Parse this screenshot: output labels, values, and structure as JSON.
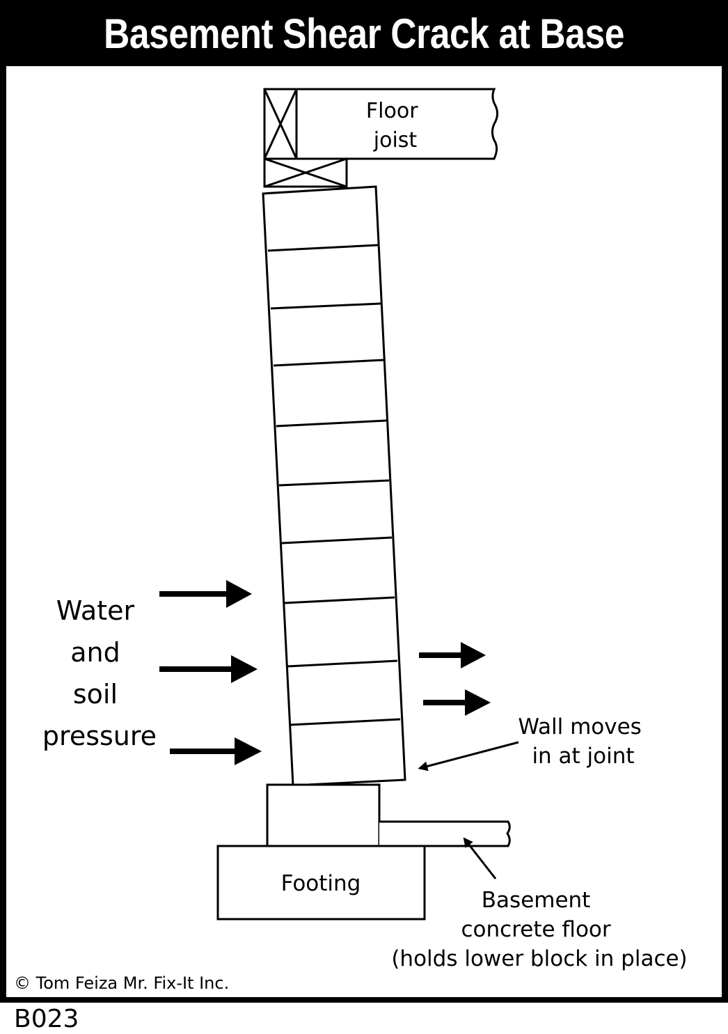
{
  "title": "Basement Shear Crack at Base",
  "labels": {
    "floor_joist": [
      "Floor",
      "joist"
    ],
    "pressure": [
      "Water",
      "and",
      "soil",
      "pressure"
    ],
    "wall_moves": [
      "Wall moves",
      "in at joint"
    ],
    "footing": "Footing",
    "floor": [
      "Basement",
      "concrete floor",
      "(holds lower block in place)"
    ]
  },
  "copyright": "© Tom Feiza Mr. Fix-It Inc.",
  "code": "B023",
  "colors": {
    "ink": "#000000",
    "paper": "#ffffff"
  }
}
